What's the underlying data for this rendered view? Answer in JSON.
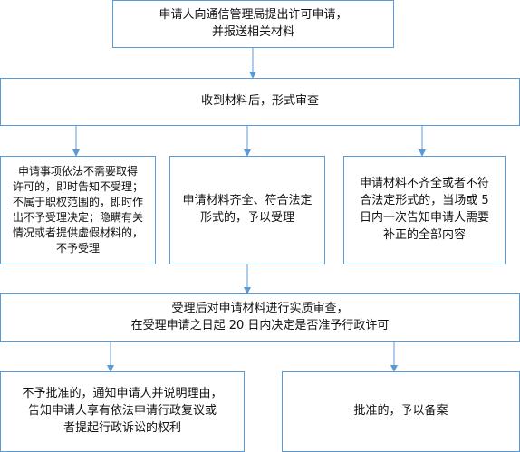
{
  "flowchart": {
    "step_apply": {
      "lines": [
        "申请人向通信管理局提出许可申请，",
        "并报送相关材料"
      ]
    },
    "step_review": {
      "lines": [
        "收到材料后，形式审查"
      ]
    },
    "branch_reject": {
      "lines": [
        "申请事项依法不需要取得",
        "许可的，即时告知不受理；",
        "不属于职权范围的，即时作",
        "出不予受理决定；隐瞒有关",
        "情况或者提供虚假材料的，",
        "不予受理"
      ]
    },
    "branch_accept": {
      "lines": [
        "申请材料齐全、符合法定",
        "形式的，予以受理"
      ]
    },
    "branch_supplement": {
      "lines": [
        "申请材料不齐全或者不符",
        "合法定形式的，当场或 5",
        "日内一次告知申请人需要",
        "补正的全部内容"
      ]
    },
    "step_substantive": {
      "lines": [
        "受理后对申请材料进行实质审查，",
        "在受理申请之日起 20 日内决定是否准予行政许可"
      ]
    },
    "result_denied": {
      "lines": [
        "不予批准的，通知申请人并说明理由，",
        "告知申请人享有依法申请行政复议或",
        "者提起行政诉讼的权利"
      ]
    },
    "result_approved": {
      "lines": [
        "批准的，予以备案"
      ]
    }
  },
  "colors": {
    "border": "#5b9bd5",
    "arrow": "#5b9bd5",
    "text": "#111111",
    "background": "#ffffff"
  }
}
